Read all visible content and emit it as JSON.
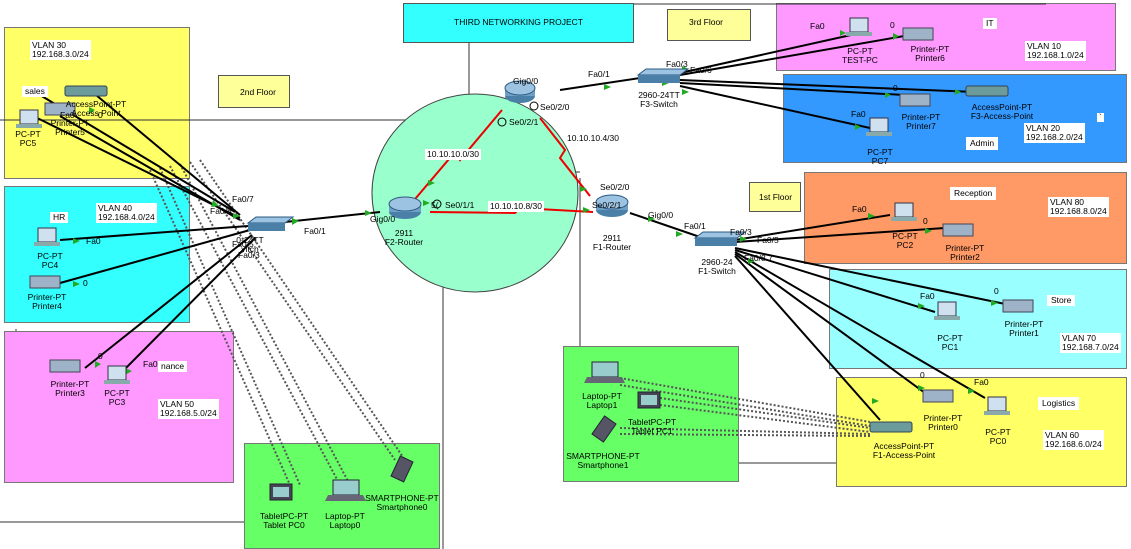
{
  "project_title": "THIRD NETWORKING PROJECT",
  "floors": {
    "first": "1st Floor",
    "second": "2nd Floor",
    "third": "3rd Floor"
  },
  "vlans": {
    "v30": {
      "name": "sales",
      "vlan": "VLAN 30",
      "subnet": "192.168.3.0/24"
    },
    "v40": {
      "name": "HR",
      "vlan": "VLAN 40",
      "subnet": "192.168.4.0/24"
    },
    "v50": {
      "name": "nance",
      "vlan": "VLAN 50",
      "subnet": "192.168.5.0/24"
    },
    "v10": {
      "name": "IT",
      "vlan": "VLAN 10",
      "subnet": "192.168.1.0/24"
    },
    "v20": {
      "name": "Admin",
      "vlan": "VLAN 20",
      "subnet": "192.168.2.0/24"
    },
    "v80": {
      "name": "Reception",
      "vlan": "VLAN 80",
      "subnet": "192.168.8.0/24"
    },
    "v70": {
      "name": "Store",
      "vlan": "VLAN 70",
      "subnet": "192.168.7.0/24"
    },
    "v60": {
      "name": "Logistics",
      "vlan": "VLAN 60",
      "subnet": "192.168.6.0/24"
    }
  },
  "networks": {
    "n1": "10.10.10.0/30",
    "n2": "10.10.10.4/30",
    "n3": "10.10.10.8/30"
  },
  "devices": {
    "f2router": {
      "type": "2911",
      "name": "F2-Router"
    },
    "f1router": {
      "type": "2911",
      "name": "F1-Router"
    },
    "f3router": {
      "type": "",
      "name": ""
    },
    "f3switch": {
      "type": "2960-24TT",
      "name": "F3-Switch"
    },
    "f1switch": {
      "type": "2960-24",
      "name": "F1-Switch"
    },
    "f2switch": {
      "type": "0-24TT",
      "name": "vitch"
    },
    "pc5": {
      "type": "PC-PT",
      "name": "PC5"
    },
    "printer5": {
      "type": "Printer-PT",
      "name": "Printer5"
    },
    "ap2": {
      "type": "AccessPoint-PT",
      "name": "Access Point"
    },
    "pc4": {
      "type": "PC-PT",
      "name": "PC4"
    },
    "printer4": {
      "type": "Printer-PT",
      "name": "Printer4"
    },
    "pc3": {
      "type": "PC-PT",
      "name": "PC3"
    },
    "printer3": {
      "type": "Printer-PT",
      "name": "Printer3"
    },
    "tablet0": {
      "type": "TabletPC-PT",
      "name": "Tablet PC0"
    },
    "laptop0": {
      "type": "Laptop-PT",
      "name": "Laptop0"
    },
    "phone0": {
      "type": "SMARTPHONE-PT",
      "name": "Smartphone0"
    },
    "testpc": {
      "type": "PC-PT",
      "name": "TEST-PC"
    },
    "printer6": {
      "type": "Printer-PT",
      "name": "Printer6"
    },
    "printer7": {
      "type": "Printer-PT",
      "name": "Printer7"
    },
    "pc7": {
      "type": "PC-PT",
      "name": "PC7"
    },
    "ap3": {
      "type": "AccessPoint-PT",
      "name": "F3-Access-Point"
    },
    "pc2": {
      "type": "PC-PT",
      "name": "PC2"
    },
    "printer2": {
      "type": "Printer-PT",
      "name": "Printer2"
    },
    "pc1": {
      "type": "PC-PT",
      "name": "PC1"
    },
    "printer1": {
      "type": "Printer-PT",
      "name": "Printer1"
    },
    "pc0": {
      "type": "PC-PT",
      "name": "PC0"
    },
    "printer0": {
      "type": "Printer-PT",
      "name": "Printer0"
    },
    "ap1": {
      "type": "AccessPoint-PT",
      "name": "F1-Access-Point"
    },
    "laptop1": {
      "type": "Laptop-PT",
      "name": "Laptop1"
    },
    "tablet1": {
      "type": "TabletPC-PT",
      "name": "Tablet PC1"
    },
    "phone1": {
      "type": "SMARTPHONE-PT",
      "name": "Smartphone1"
    }
  },
  "ports": {
    "fa0": "Fa0",
    "zero": "0",
    "fa07": "Fa0/7",
    "fa08": "Fa0/8",
    "fa05": "Fa0/5",
    "fa03": "Fa0/3",
    "fa01": "Fa0/1",
    "fa06": "Fa0/6",
    "fa08_7": "Fa0/8 7",
    "fa05b": "Fa0/5",
    "gig00": "Gig0/0",
    "se020": "Se0/2/0",
    "se021": "Se0/2/1",
    "se011": "Se0/1/1",
    "se0": "5("
  },
  "misc": {
    "dot": "`"
  },
  "colors": {
    "yellow": "#ffff66",
    "cyan": "#33ffff",
    "magenta": "#ff99ff",
    "skyblue": "#3399ff",
    "orange": "#ff9966",
    "lightcyan": "#99ffff",
    "green": "#66ff66",
    "oval": "#99ffcc"
  }
}
